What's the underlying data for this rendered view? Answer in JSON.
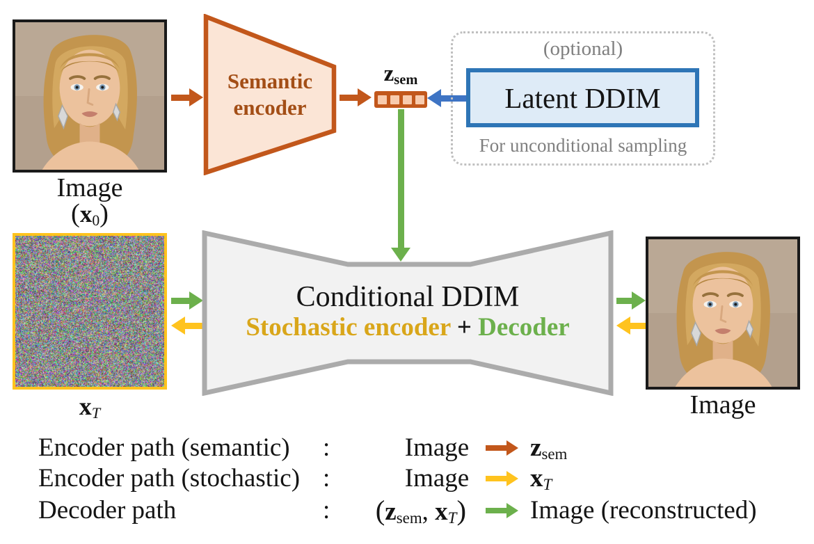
{
  "colors": {
    "ink": "#141414",
    "orange": "#C2571B",
    "orange_text": "#A34E16",
    "peach_fill": "#FBE5D6",
    "chip_square": "#F8CBAD",
    "blue": "#2E75B6",
    "blue_fill": "#DEEBF7",
    "blue_arrow": "#3E74C4",
    "green": "#6CB04C",
    "gold": "#FFC31E",
    "gold_text": "#D9A61A",
    "gray_border": "#ABABAB",
    "gray_fill": "#F2F2F2",
    "gray_dotted": "#C0C0C0",
    "gray_text": "#7F7F7F"
  },
  "diagram": {
    "input": {
      "caption": "Image",
      "sym_open": "(",
      "sym_base": "x",
      "sym_sub": "0",
      "sym_close": ")"
    },
    "semantic_encoder": {
      "line1": "Semantic",
      "line2": "encoder"
    },
    "z_sem": {
      "base": "z",
      "sub": "sem"
    },
    "latent": {
      "optional": "(optional)",
      "label": "Latent DDIM",
      "caption": "For unconditional sampling"
    },
    "noise": {
      "base": "x",
      "sub": "T"
    },
    "conditional": {
      "title": "Conditional DDIM",
      "stochastic": "Stochastic encoder",
      "plus": "+",
      "decoder": "Decoder"
    },
    "output": {
      "caption": "Image"
    }
  },
  "legend": {
    "rows": [
      {
        "label": "Encoder path (semantic)",
        "colon": ":",
        "source": "Image",
        "target_base": "z",
        "target_sub": "sem"
      },
      {
        "label": "Encoder path (stochastic)",
        "colon": ":",
        "source": "Image",
        "target_base": "x",
        "target_sub": "T"
      },
      {
        "label": "Decoder path",
        "colon": ":",
        "src_open": "(",
        "src_zbase": "z",
        "src_zsub": "sem",
        "src_comma": ", ",
        "src_xbase": "x",
        "src_xsub": "T",
        "src_close": ")",
        "target": "Image (reconstructed)"
      }
    ]
  }
}
